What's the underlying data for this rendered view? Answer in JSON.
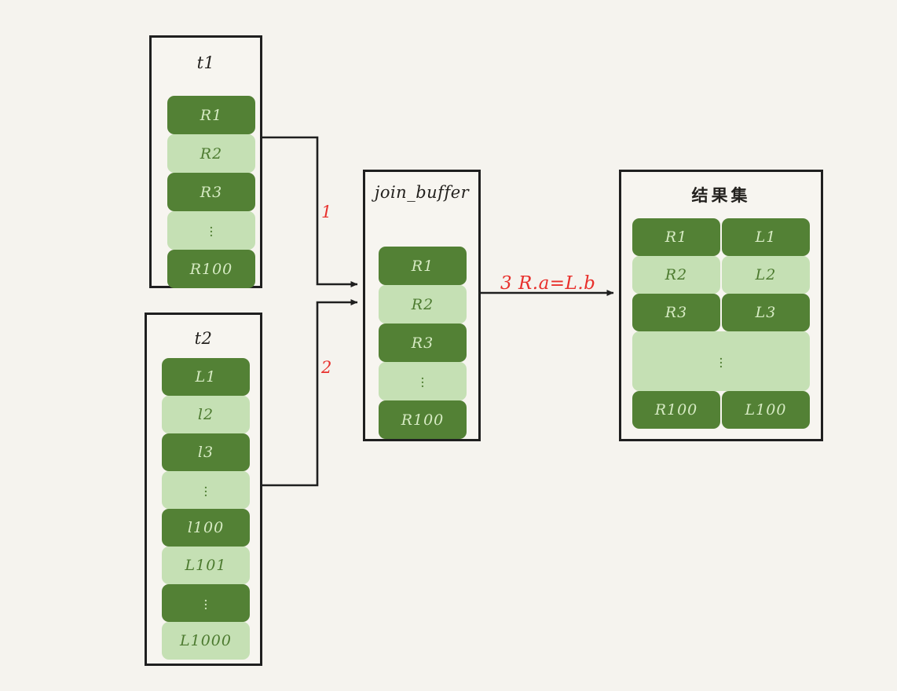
{
  "diagram": {
    "background_color": "#f5f3ee",
    "cell_dark_color": "#538135",
    "cell_light_color": "#c5e0b4",
    "annotation_color": "#e8302c",
    "border_color": "#1f1f1f"
  },
  "boxes": {
    "t1": {
      "title": "t1",
      "rows": [
        {
          "label": "R1",
          "shade": "dark"
        },
        {
          "label": "R2",
          "shade": "light"
        },
        {
          "label": "R3",
          "shade": "dark"
        },
        {
          "label": "⋮",
          "shade": "light"
        },
        {
          "label": "R100",
          "shade": "dark"
        }
      ]
    },
    "t2": {
      "title": "t2",
      "rows": [
        {
          "label": "L1",
          "shade": "dark"
        },
        {
          "label": "l2",
          "shade": "light"
        },
        {
          "label": "l3",
          "shade": "dark"
        },
        {
          "label": "⋮",
          "shade": "light"
        },
        {
          "label": "l100",
          "shade": "dark"
        },
        {
          "label": "L101",
          "shade": "light"
        },
        {
          "label": "⋮",
          "shade": "dark"
        },
        {
          "label": "L1000",
          "shade": "light"
        }
      ]
    },
    "join_buffer": {
      "title": "join_buffer",
      "rows": [
        {
          "label": "R1",
          "shade": "dark"
        },
        {
          "label": "R2",
          "shade": "light"
        },
        {
          "label": "R3",
          "shade": "dark"
        },
        {
          "label": "⋮",
          "shade": "light"
        },
        {
          "label": "R100",
          "shade": "dark"
        }
      ]
    },
    "result_set": {
      "title": "结果集",
      "rows": [
        {
          "left": "R1",
          "right": "L1",
          "shade": "dark",
          "span": false
        },
        {
          "left": "R2",
          "right": "L2",
          "shade": "light",
          "span": false
        },
        {
          "left": "R3",
          "right": "L3",
          "shade": "dark",
          "span": false
        },
        {
          "left": "⋮",
          "right": "",
          "shade": "light",
          "span": true
        },
        {
          "left": "R100",
          "right": "L100",
          "shade": "dark",
          "span": false
        }
      ]
    }
  },
  "annotations": {
    "step1": "1",
    "step2": "2",
    "step3": "3  R.a=L.b"
  }
}
